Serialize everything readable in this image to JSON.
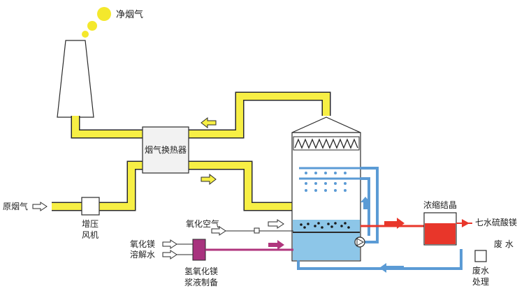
{
  "labels": {
    "clean_flue_gas": "净烟气",
    "gas_heat_exchanger": "烟气换热器",
    "raw_flue_gas": "原烟气",
    "booster_fan_line1": "增压",
    "booster_fan_line2": "风机",
    "oxidation_air": "氧化空气",
    "mgo_line1": "氧化镁",
    "mgo_line2": "溶解水",
    "mgoh2_line1": "氢氧化镁",
    "mgoh2_line2": "浆液制备",
    "crystallization": "浓缩结晶",
    "product": "七水硫酸镁",
    "waste_water": "废 水",
    "waste_treatment_line1": "废水",
    "waste_treatment_line2": "处理"
  },
  "colors": {
    "flue_gas": "#f7ef45",
    "flue_gas_edge": "#2a2a2a",
    "water_blue": "#5b9bd5",
    "product_red": "#e8362a",
    "slurry_magenta": "#b0357d",
    "mixer_purple": "#a8327e",
    "smoke_yellow": "#f4e82c",
    "tower_slurry": "#8dc6e8",
    "hx_fill": "#f2f2f2"
  },
  "icons": {
    "pump": "pump-icon",
    "demister": "chevron-demister-icon",
    "spray": "spray-nozzle-icon",
    "arrow": "flow-arrow-icon"
  }
}
